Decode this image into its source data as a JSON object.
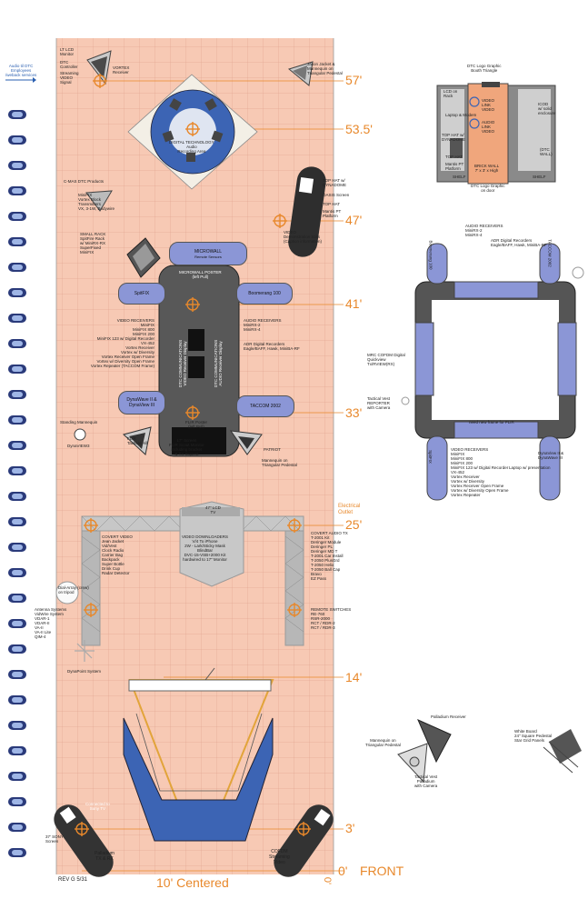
{
  "colors": {
    "grid_bg": "#f7c9b4",
    "grid_line": "#e3a590",
    "accent": "#e8882b",
    "console": "#555555",
    "pill": "#8b96d6",
    "blue_area": "#3c64b4"
  },
  "dimensions": {
    "d57": "57'",
    "d53": "53.5'",
    "d47": "47'",
    "d41": "41'",
    "d33": "33'",
    "d25": "25'",
    "d14": "14'",
    "d3": "3'",
    "d0": "0'",
    "front": "FRONT",
    "centered": "10' Centered",
    "zero": "0'"
  },
  "rev": "REV G 5/31",
  "left": {
    "audio_note": "Audio til DTC\nEmployees\n/weback services"
  },
  "top": {
    "lcd": "LT LCD\nMonitor",
    "dtc_controller": "DTC\nController",
    "streaming": "Streaming\nVIDEO\nSignal",
    "vortex_receiver": "VORTEX\nReceiver",
    "jason_jacket": "Jason Jacket &\nMannequin on\nTriangular Pedestal",
    "dtc_technology": "DIGITAL TECHNOLOGY\nAudio\nRecording Area",
    "dtc_products": "C-MAS DTC Products",
    "minifix": "MiniFIX\nVortex Block\nTransmitters\nVX, 3-1W, Bodywire",
    "top_hat": "TOP HAT w/\nDYNADOME",
    "oasis": "OASIS Screen",
    "top_hat2": "TOP HAT",
    "mantis": "Mantis PT\nPlatform",
    "video_demo": "VIDEO\nDemonstration Stills\n(Caption information)",
    "small_rack": "SMALL RACK\nSpitFire Rack\nw/ MiniRX-RX\nSuperFixed\nMiniFIX"
  },
  "console": {
    "microwall": "MICROWALL",
    "microwall_sub": "Remote Sensors",
    "microwall_poster": "MICROWALL POSTER\n(left Pull)",
    "spitfire": "SpitFIX",
    "boomerang": "Boomerang 100",
    "dtc_comm_left": "DTC COMMUNICATIONS\nVIDEO Receiver Display",
    "dtc_comm_right": "DTC COMMUNICATIONS\nAUDIO Receiver Display",
    "dynawave": "DynaWave II &\nDynaView III",
    "taccom": "TACCOM 2002",
    "flir_poster": "FLIR Poster\n(left Pull)",
    "video_receivers": "VIDEO RECEIVERS\nMiniFIX\nMiniFIX 800\nMiniFIX 200\nMiniFIX 123 w/ Digital Recorder\nVX-452\nVortex Receiver\nVortex w/ Diversity\nVortex Receiver Open Frame\nVortex w/ Diversity Open Frame\nVortex Repeater (TACCOM Frame)",
    "audio_receivers": "AUDIO RECEIVERS\nMiniRX-2\nMiniRX-4",
    "adr": "ADR Digital Recorders\nEagle/BAFF, Hawk, MiniBA-RF",
    "screen_label": "17\" Screen\nFLIR Scout Monitor\nincluding bracket\n& TX Inquest",
    "flir": "FLIR\nTactical Hill",
    "patriot": "PATRIOT",
    "mannequin": "Mannequin on\nTriangular Pedestal",
    "standing": "Standing Mannequin",
    "dynaview": "DynaVIEW3"
  },
  "truss": {
    "elec": "Electrical\nOutlet",
    "covert_video": "COVERT VIDEO\nJean Jacket\nVid/Vest\nClock Radio\nCarrier Bag\nBackpack\nSuper Bottle\nDrink Cup\nRadar Detector",
    "video_downloaders": "VIDEO DOWNLOADERS\nV/4 To iPhone\n2W - Lark/Sticky Mask\nBlindBar\nDVC-15-VSB+2000 Kit\nhardwired to 17\" Monitor",
    "covert_audio": "COVERT AUDIO TX\nT-2001 Kit\nDeringer Module\nDeringer PL\nDeringer MD T\nT-2001 Car Install\nT-2050 PlusGrd\nT-2050 Helix\nT-2050 Ball Cap\nBravo\nEZ Pass",
    "tv": "47\" LCD\nTV",
    "dial_array": "Dial-Array (crew)\non tripod",
    "antenna": "Antenna Systems\nVidWire System\nVDAR-1\nVDAR-II\nVA-II\nVA-II Lite\nQIM-4",
    "remote_switches": "REMOTE SWITCHES\nRE-760\nRSR-2000\nRCT / RDR-2\nRCT / RDR-3",
    "dynapoint": "DynaPoint System"
  },
  "bottom": {
    "palladium": "Palladium\nTX & RX",
    "cofdm": "COFDM\nStreaming\nVideo",
    "sony": "37' SONY\nScreen",
    "connected": "Connected to\nSony TV"
  },
  "right": {
    "dtc_logo": "DTC Logo Graphic\nBooth Triangle",
    "lcd_rack": "LCD on\nRack",
    "laptop": "Laptop & Modem",
    "top_hat": "TOP HAT w/\nDYNADOME",
    "top_hat2": "TOP HAT",
    "mantis": "Mantis PT\nPlatform",
    "brick": "BRICK WALL\n7' x 3' x High",
    "shelf1": "SHELF",
    "shelf2": "SHELF",
    "dtc_logo2": "DTC Logo Graphic\non door",
    "video_link": "VIDEO\nLINK\nVIDEO",
    "audio_link": "AUDIO\nLINK\nVIDEO",
    "wall_label": "(DTC\nWALL)",
    "side_label": "ICOD\nw/ solid\nenclosure",
    "mini_boom": "Boomerang 100",
    "mini_audio": "AUDIO RECEIVERS\nMiniRX-2\nMiniRX-4",
    "mini_adr": "ADR Digital Recorders\nEagle/BAFF, Hawk, MiniBA-RF",
    "mini_taccom": "TACCOM 2002",
    "mini_center": "need new frame for FLIR",
    "mini_mrc": "MRC COFDM Digital\nQuickview\nTx/RVIEW(RX)",
    "mini_tactical": "Tactical Vest\nREPORTER\nwith Camera",
    "mini_spitfix": "SpitFIX",
    "mini_video": "VIDEO RECEIVERS\nMiniFIX\nMiniFIX 800\nMiniFIX 200\nMiniFIX 123 w/ Digital Recorder\nVX-452\nVortex Receiver\nVortex w/ Diversity\nVortex Receiver Open Frame\nVortex w/ Diversity Open Frame\nVortex Repeater",
    "mini_laptop": "Laptop w/ presentation",
    "mini_dynaview": "DynaView II &\nDynaWave III",
    "palladium": "Palladium Receiver",
    "mannequin": "Mannequin on\nTriangular Pedestal",
    "tactical": "Tactical Vest\nPalladium\nwith Camera",
    "whiteboard": "White Board\n24\" Square Pedestal\nStar Grid Panels"
  }
}
